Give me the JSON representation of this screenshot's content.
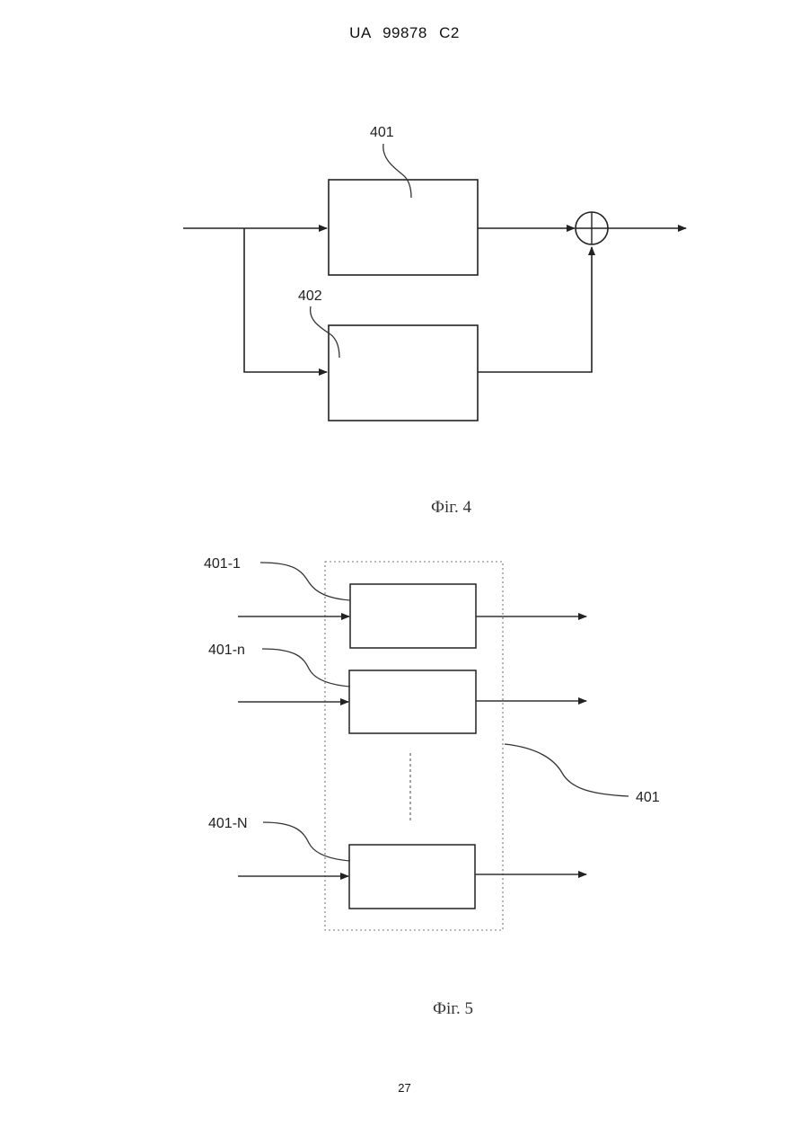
{
  "header": {
    "patent_id": "UA   99878   C2"
  },
  "figure4": {
    "label_block_1": "401",
    "label_block_2": "402",
    "caption": "Фіг. 4"
  },
  "figure5": {
    "label_sub_first": "401-1",
    "label_sub_n": "401-n",
    "label_sub_last": "401-N",
    "label_group": "401",
    "caption": "Фіг. 5"
  },
  "footer": {
    "page_number": "27"
  }
}
